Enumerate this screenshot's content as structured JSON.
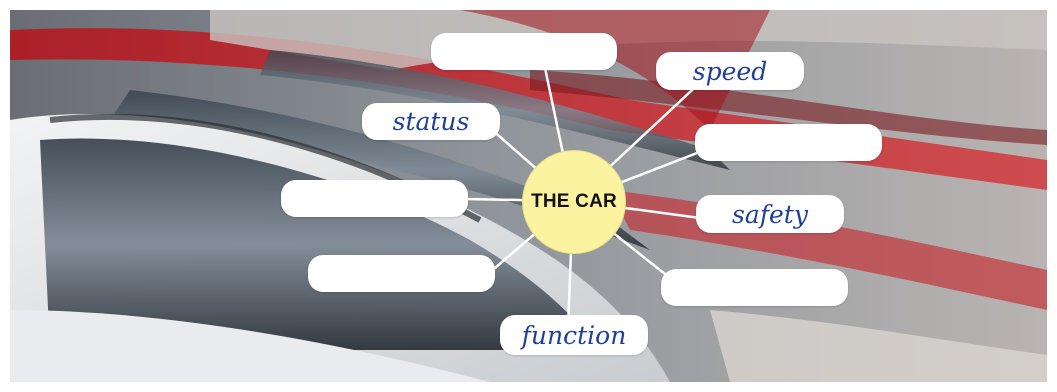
{
  "center": {
    "label": "THE CAR"
  },
  "words": {
    "speed": "speed",
    "status": "status",
    "safety": "safety",
    "function": "function"
  },
  "colors": {
    "hub_fill": "#fbf3a0",
    "label_text": "#1f3f99",
    "box_fill": "#ffffff",
    "connector": "#ffffff"
  }
}
